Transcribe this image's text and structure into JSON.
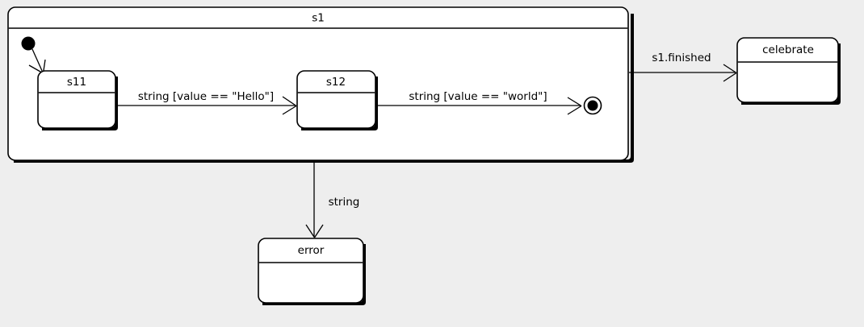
{
  "diagram": {
    "type": "uml-state-machine",
    "background_color": "#eeeeee",
    "line_color": "#000000",
    "fill_color": "#ffffff",
    "composite_state": {
      "name": "s1",
      "substates": [
        {
          "name": "s11"
        },
        {
          "name": "s12"
        }
      ],
      "pseudostates": {
        "initial": "initial-state-node",
        "final": "final-state-node"
      },
      "internal_transitions": [
        {
          "from": "initial",
          "to": "s11",
          "label": ""
        },
        {
          "from": "s11",
          "to": "s12",
          "label": "string [value == \"Hello\"]"
        },
        {
          "from": "s12",
          "to": "final",
          "label": "string [value == \"world\"]"
        }
      ]
    },
    "external_states": [
      {
        "name": "celebrate"
      },
      {
        "name": "error"
      }
    ],
    "external_transitions": [
      {
        "from": "s1",
        "to": "celebrate",
        "label": "s1.finished"
      },
      {
        "from": "s1",
        "to": "error",
        "label": "string"
      }
    ]
  }
}
